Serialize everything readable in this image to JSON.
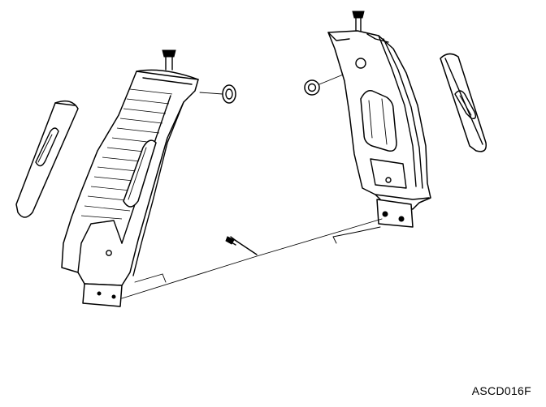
{
  "figure": {
    "reference_code": "ASCD016F"
  },
  "parts": [
    {
      "name": "left-pillar-trim",
      "icon": "pillar-trim-panel"
    },
    {
      "name": "right-pillar-trim",
      "icon": "pillar-trim-panel"
    },
    {
      "name": "left-grommet",
      "icon": "grommet-clip"
    },
    {
      "name": "right-grommet",
      "icon": "grommet-clip"
    },
    {
      "name": "left-cover-plate",
      "icon": "slotted-cover-plate"
    },
    {
      "name": "right-cover-plate",
      "icon": "slotted-cover-plate"
    },
    {
      "name": "screw",
      "icon": "screw"
    }
  ],
  "colors": {
    "ink": "#000000",
    "paper": "#ffffff"
  }
}
